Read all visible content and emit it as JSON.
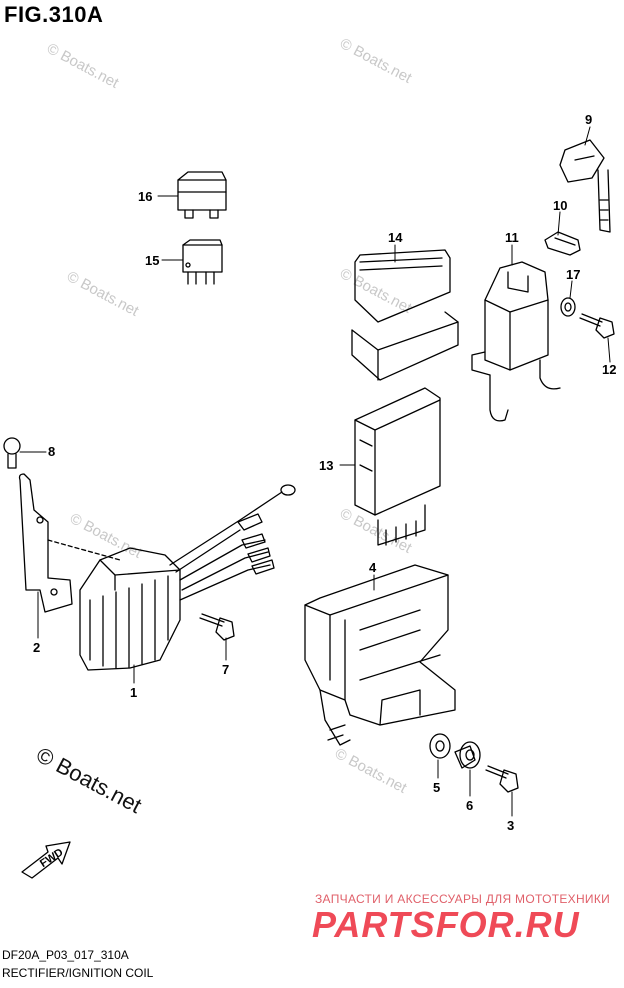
{
  "figure": {
    "title": "FIG.310A",
    "code": "DF20A_P03_017_310A",
    "caption": "RECTIFIER/IGNITION COIL"
  },
  "callouts": [
    "1",
    "2",
    "3",
    "4",
    "5",
    "6",
    "7",
    "8",
    "9",
    "10",
    "11",
    "12",
    "13",
    "14",
    "15",
    "16",
    "17"
  ],
  "watermarks": {
    "small": "© Boats.net",
    "large": "© Boats.net"
  },
  "fwd_label": "FWD",
  "promo": {
    "tagline": "ЗАПЧАСТИ И АКСЕССУАРЫ ДЛЯ МОТОТЕХНИКИ",
    "logo": "PARTSFOR.RU"
  },
  "colors": {
    "promo_red": "#ef4a57",
    "line": "#000000",
    "watermark": "#c8c8c8"
  }
}
